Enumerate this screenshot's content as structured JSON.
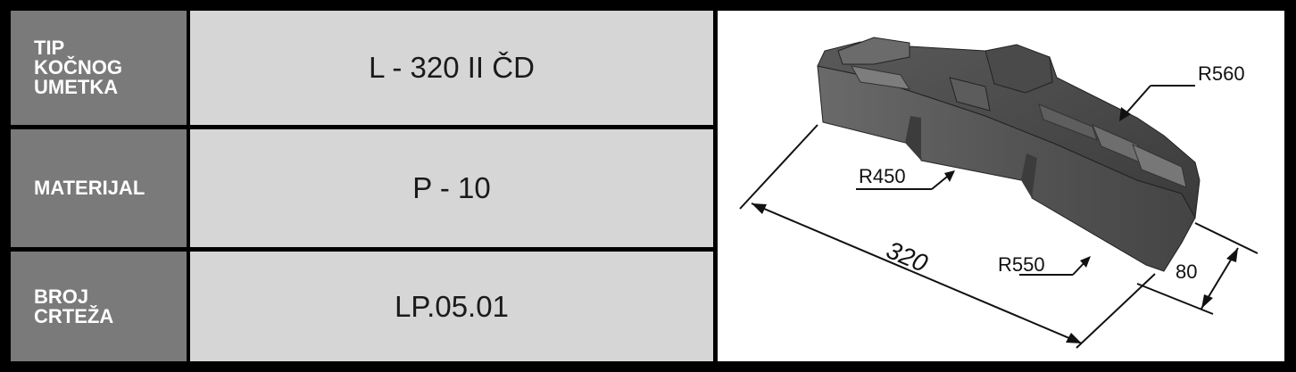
{
  "rows": [
    {
      "label_lines": [
        "TIP",
        "KOČNOG",
        "UMETKA"
      ],
      "value": "L - 320 II ČD"
    },
    {
      "label_lines": [
        "MATERIJAL"
      ],
      "value": "P - 10"
    },
    {
      "label_lines": [
        "BROJ",
        "CRTEŽA"
      ],
      "value": "LP.05.01"
    }
  ],
  "drawing": {
    "dimensions": {
      "r560": "R560",
      "r450": "R450",
      "r550": "R550",
      "length": "320",
      "width": "80"
    }
  }
}
